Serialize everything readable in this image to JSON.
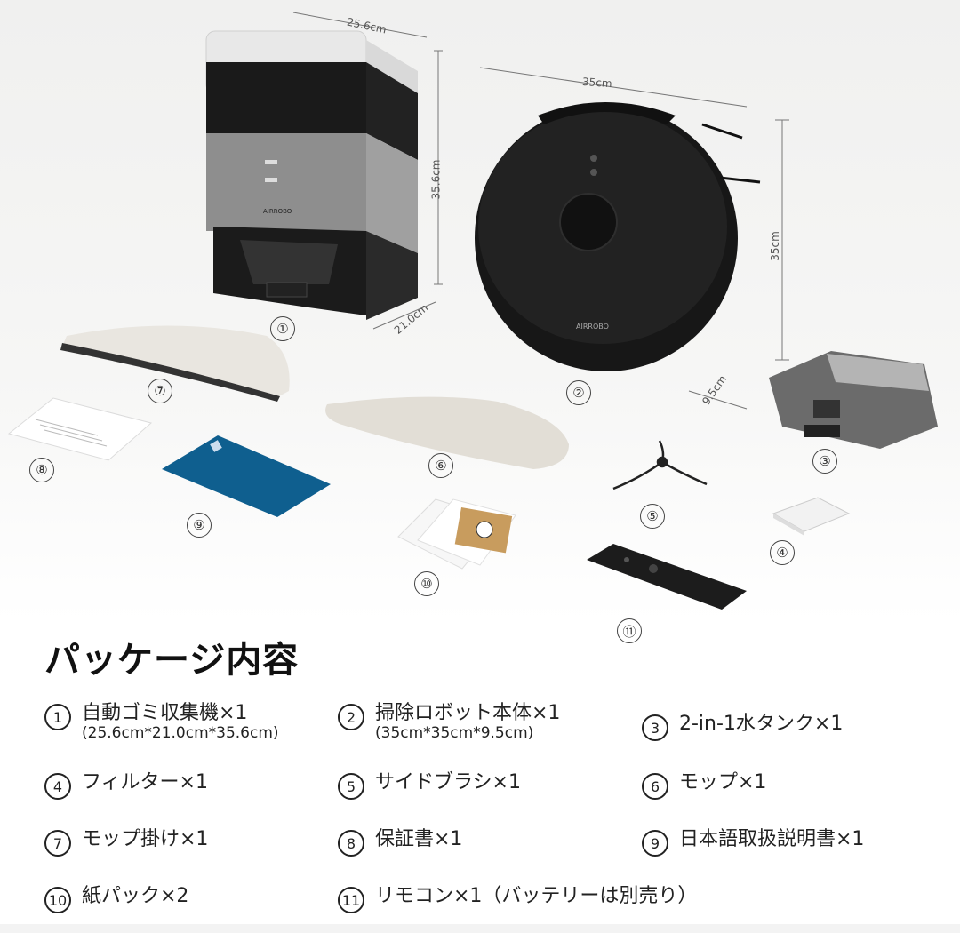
{
  "dimensions": {
    "dock_width": "25.6cm",
    "dock_height": "35.6cm",
    "dock_depth": "21.0cm",
    "robot_width": "35cm",
    "robot_depth": "35cm",
    "robot_height": "9.5cm"
  },
  "brand_text": "AIRROBO",
  "heading": "パッケージ内容",
  "markers": [
    "①",
    "②",
    "③",
    "④",
    "⑤",
    "⑥",
    "⑦",
    "⑧",
    "⑨",
    "⑩",
    "⑪"
  ],
  "items": [
    {
      "num": "1",
      "label": "自動ゴミ収集機×1",
      "sub": "(25.6cm*21.0cm*35.6cm)"
    },
    {
      "num": "2",
      "label": "掃除ロボット本体×1",
      "sub": "(35cm*35cm*9.5cm)"
    },
    {
      "num": "3",
      "label": "2-in-1水タンク×1",
      "sub": ""
    },
    {
      "num": "4",
      "label": "フィルター×1",
      "sub": ""
    },
    {
      "num": "5",
      "label": "サイドブラシ×1",
      "sub": ""
    },
    {
      "num": "6",
      "label": "モップ×1",
      "sub": ""
    },
    {
      "num": "7",
      "label": "モップ掛け×1",
      "sub": ""
    },
    {
      "num": "8",
      "label": "保証書×1",
      "sub": ""
    },
    {
      "num": "9",
      "label": "日本語取扱説明書×1",
      "sub": ""
    },
    {
      "num": "10",
      "label": "紙パック×2",
      "sub": ""
    },
    {
      "num": "11",
      "label": "リモコン×1（バッテリーは別売り）",
      "sub": ""
    }
  ]
}
